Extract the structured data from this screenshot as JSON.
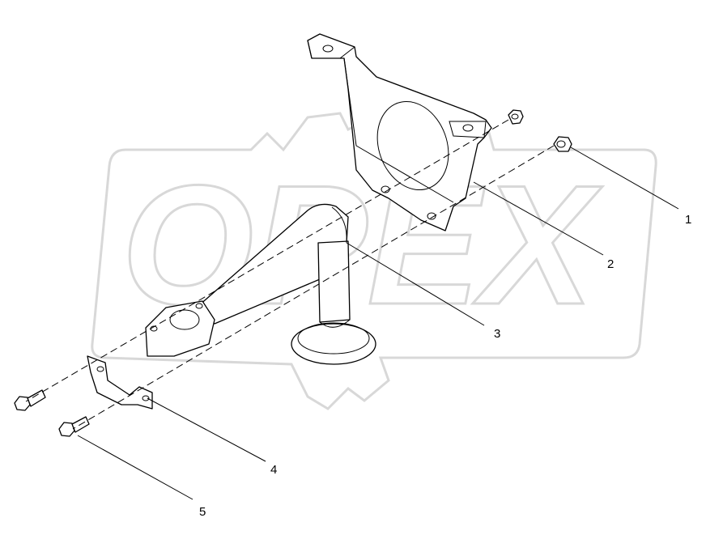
{
  "watermark": {
    "text": "OPEX"
  },
  "callouts": [
    {
      "id": "1",
      "label": "1"
    },
    {
      "id": "2",
      "label": "2"
    },
    {
      "id": "3",
      "label": "3"
    },
    {
      "id": "4",
      "label": "4"
    },
    {
      "id": "5",
      "label": "5"
    }
  ],
  "colors": {
    "line": "#000000",
    "watermark": "#d8d8d8",
    "background": "#ffffff"
  }
}
